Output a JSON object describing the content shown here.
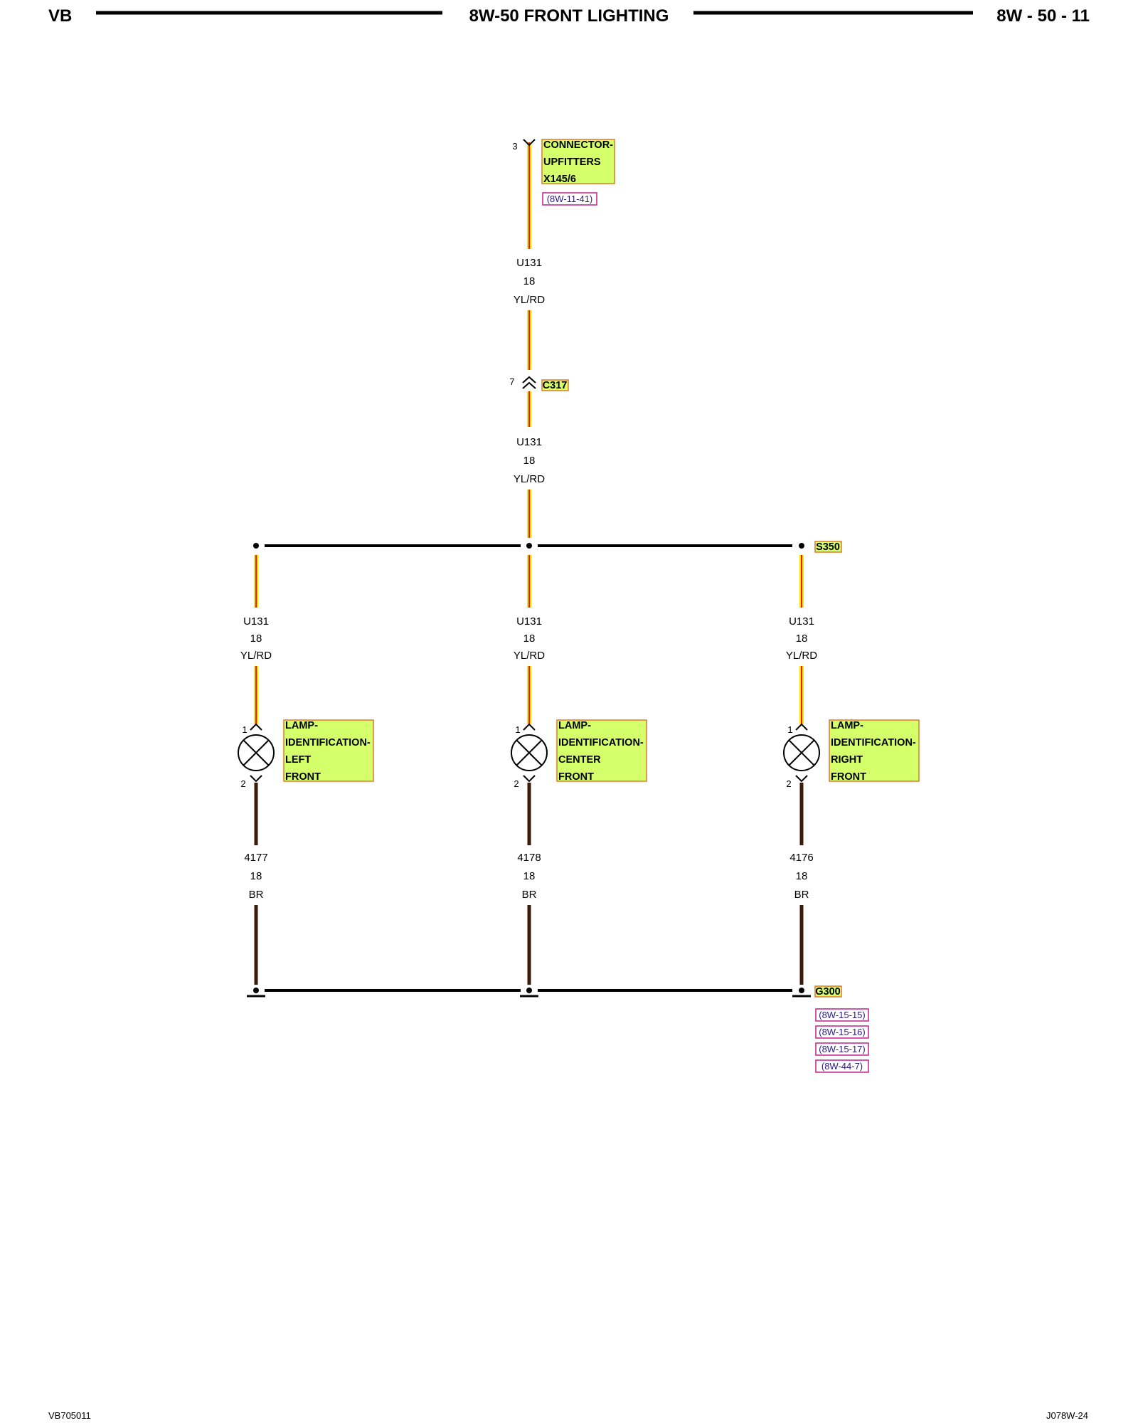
{
  "header": {
    "left": "VB",
    "title": "8W-50 FRONT LIGHTING",
    "right": "8W - 50 - 11"
  },
  "footer": {
    "left": "VB705011",
    "right": "J078W-24"
  },
  "colors": {
    "component_fill": "#d4ff6a",
    "component_border": "#e07a2a",
    "ref_border": "#c0208a",
    "wire_yellow": "#ffe600",
    "wire_red": "#e0201a",
    "wire_brown": "#3a1a0a"
  },
  "diagram": {
    "connector_upfitters": {
      "pin": "3",
      "lines": [
        "CONNECTOR-",
        "UPFITTERS",
        "X145/6"
      ],
      "ref": "(8W-11-41)"
    },
    "wire_top_1": {
      "circuit": "U131",
      "gauge": "18",
      "color": "YL/RD"
    },
    "c317": {
      "pin": "7",
      "label": "C317"
    },
    "wire_top_2": {
      "circuit": "U131",
      "gauge": "18",
      "color": "YL/RD"
    },
    "splice": {
      "label": "S350"
    },
    "branches": [
      {
        "feed": {
          "circuit": "U131",
          "gauge": "18",
          "color": "YL/RD"
        },
        "lamp": {
          "pin_top": "1",
          "pin_bottom": "2",
          "lines": [
            "LAMP-",
            "IDENTIFICATION-",
            "LEFT",
            "FRONT"
          ]
        },
        "ground_wire": {
          "circuit": "4177",
          "gauge": "18",
          "color": "BR"
        }
      },
      {
        "feed": {
          "circuit": "U131",
          "gauge": "18",
          "color": "YL/RD"
        },
        "lamp": {
          "pin_top": "1",
          "pin_bottom": "2",
          "lines": [
            "LAMP-",
            "IDENTIFICATION-",
            "CENTER",
            "FRONT"
          ]
        },
        "ground_wire": {
          "circuit": "4178",
          "gauge": "18",
          "color": "BR"
        }
      },
      {
        "feed": {
          "circuit": "U131",
          "gauge": "18",
          "color": "YL/RD"
        },
        "lamp": {
          "pin_top": "1",
          "pin_bottom": "2",
          "lines": [
            "LAMP-",
            "IDENTIFICATION-",
            "RIGHT",
            "FRONT"
          ]
        },
        "ground_wire": {
          "circuit": "4176",
          "gauge": "18",
          "color": "BR"
        }
      }
    ],
    "ground": {
      "label": "G300",
      "refs": [
        "(8W-15-15)",
        "(8W-15-16)",
        "(8W-15-17)",
        "(8W-44-7)"
      ]
    }
  }
}
